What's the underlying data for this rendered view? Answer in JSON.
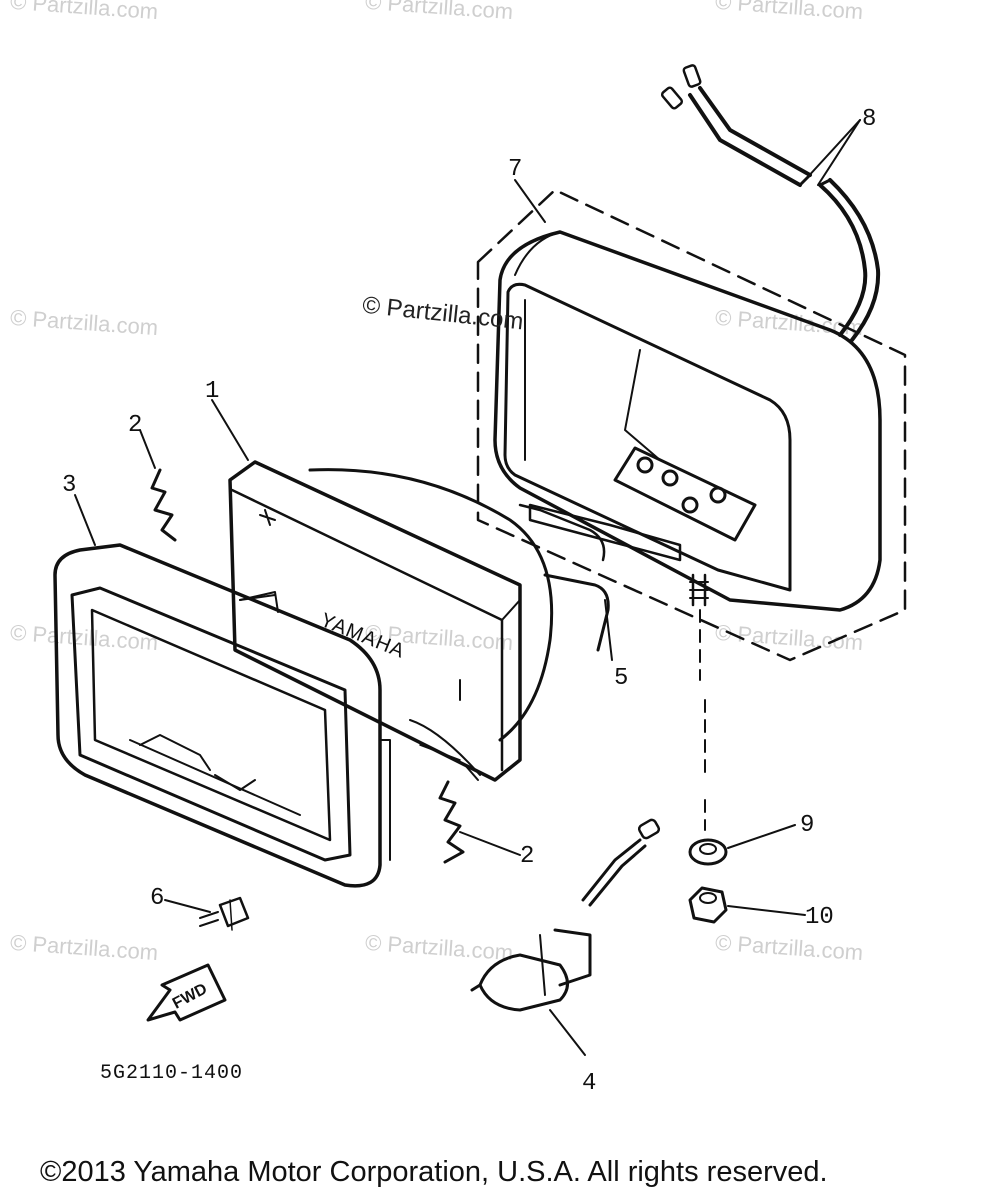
{
  "watermarks": {
    "corner": "© Partzilla.com",
    "center": "© Partzilla.com"
  },
  "callouts": {
    "c1": "1",
    "c2a": "2",
    "c2b": "2",
    "c3": "3",
    "c4": "4",
    "c5": "5",
    "c6": "6",
    "c7": "7",
    "c8": "8",
    "c9": "9",
    "c10": "10"
  },
  "lens_brand": "YAMAHA",
  "fwd_label": "FWD",
  "diagram_code": "5G2110-1400",
  "copyright": "©2013 Yamaha Motor Corporation, U.S.A. All rights reserved.",
  "colors": {
    "ink": "#111111",
    "watermark": "#cfcfcf",
    "background": "#ffffff"
  }
}
